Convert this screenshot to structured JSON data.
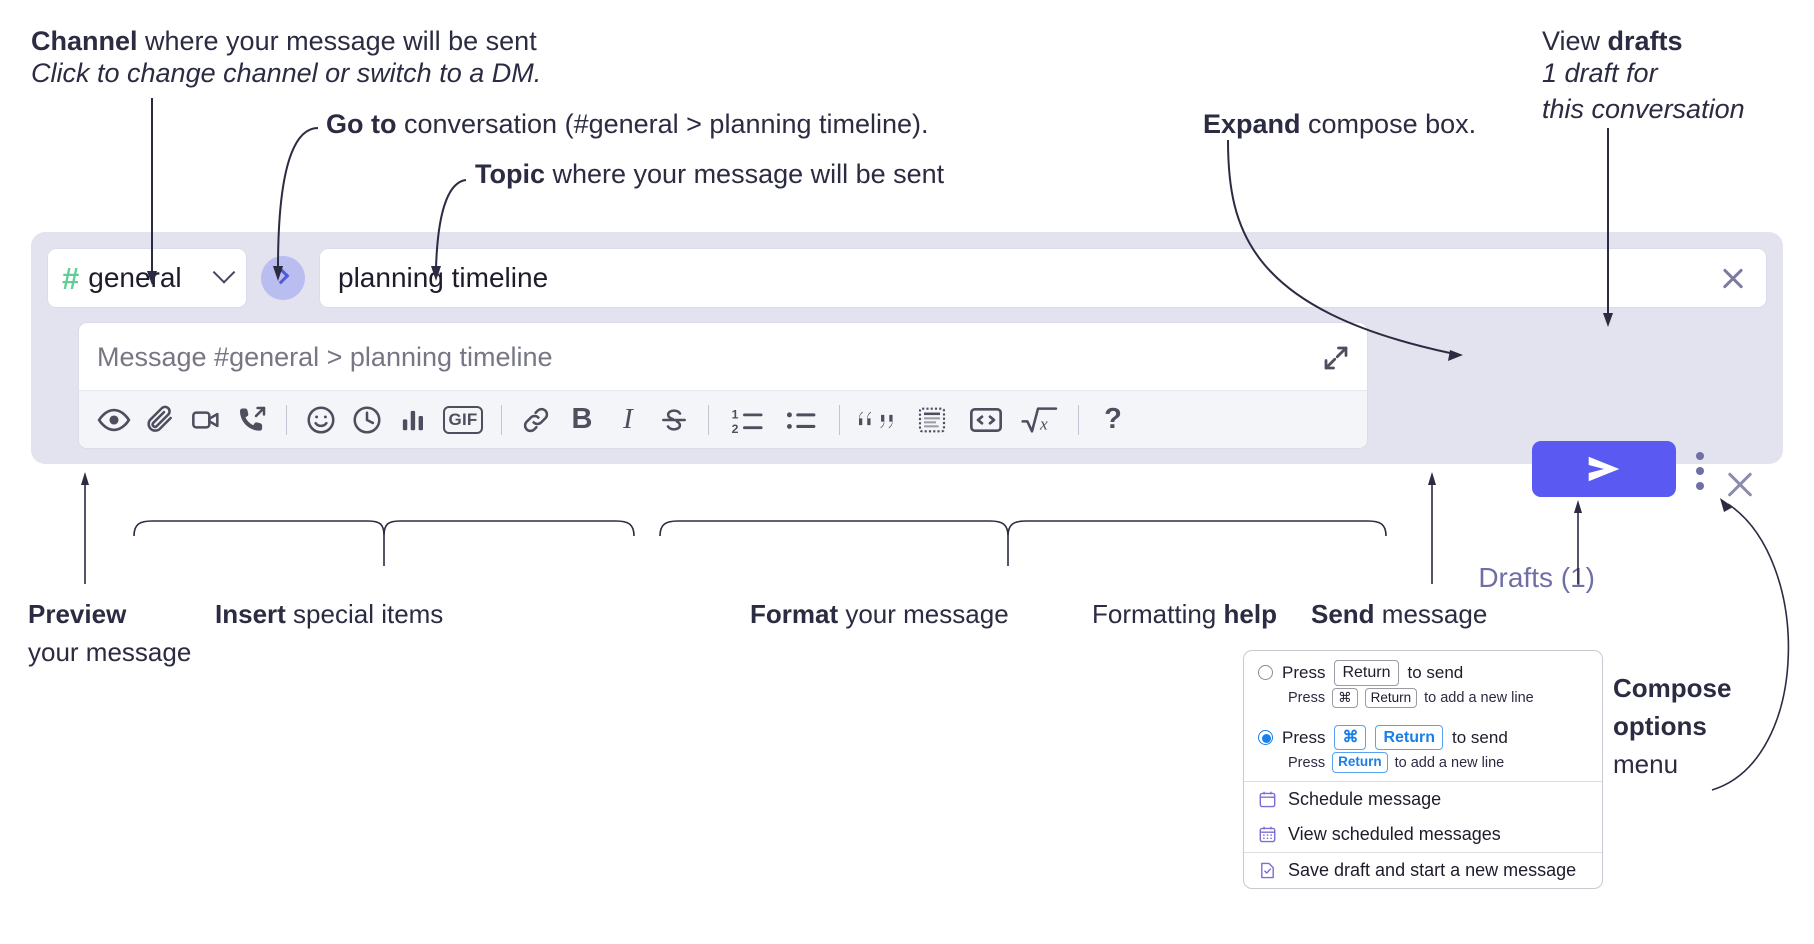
{
  "annotations": {
    "channel": {
      "bold": "Channel",
      "rest": " where your message will be sent",
      "italic": "Click to change channel or switch to a DM."
    },
    "goto": {
      "bold": "Go to",
      "rest": " conversation (#general > planning timeline)."
    },
    "topic": {
      "bold": "Topic",
      "rest": " where your message will be sent"
    },
    "expand": {
      "bold": "Expand",
      "rest": " compose box."
    },
    "drafts": {
      "plain": "View ",
      "bold": "drafts",
      "italic1": "1 draft for",
      "italic2": "this conversation"
    },
    "preview": {
      "bold": "Preview",
      "rest": "your message"
    },
    "insert": {
      "bold": "Insert",
      "rest": " special items"
    },
    "format": {
      "bold": "Format",
      "rest": " your message"
    },
    "help": {
      "plain": "Formatting ",
      "bold": "help"
    },
    "send": {
      "bold": "Send",
      "rest": " message"
    },
    "compose_options": {
      "bold1": "Compose",
      "bold2": "options",
      "rest": "menu"
    }
  },
  "compose": {
    "channel_name": "general",
    "channel_hash": "#",
    "channel_icon": "hash-icon",
    "channel_chevron": "chevron-down-icon",
    "goto_icon": "chevron-right-icon",
    "topic_value": "planning timeline",
    "topic_clear_icon": "close-icon",
    "message_placeholder": "Message #general > planning timeline",
    "expand_icon": "expand-diagonal-icon",
    "drafts_label": "Drafts (1)",
    "send_icon": "send-paper-plane-icon",
    "kebab_icon": "more-vertical-icon",
    "close_icon": "close-icon",
    "toolbar": [
      {
        "name": "preview-icon",
        "label": "Preview"
      },
      {
        "name": "attachment-icon",
        "label": "Attach file"
      },
      {
        "name": "video-icon",
        "label": "Record video clip"
      },
      {
        "name": "huddle-call-icon",
        "label": "Start a call"
      },
      {
        "name": "separator-1",
        "label": ""
      },
      {
        "name": "emoji-icon",
        "label": "Emoji"
      },
      {
        "name": "clock-icon",
        "label": "Reminder"
      },
      {
        "name": "poll-bar-chart-icon",
        "label": "Poll"
      },
      {
        "name": "gif-icon",
        "label": "GIF"
      },
      {
        "name": "separator-2",
        "label": ""
      },
      {
        "name": "link-icon",
        "label": "Link"
      },
      {
        "name": "bold-icon",
        "label": "B"
      },
      {
        "name": "italic-icon",
        "label": "I"
      },
      {
        "name": "strikethrough-icon",
        "label": "Strikethrough"
      },
      {
        "name": "separator-3",
        "label": ""
      },
      {
        "name": "ordered-list-icon",
        "label": "Ordered list"
      },
      {
        "name": "bulleted-list-icon",
        "label": "Bulleted list"
      },
      {
        "name": "separator-4",
        "label": ""
      },
      {
        "name": "blockquote-icon",
        "label": "Blockquote"
      },
      {
        "name": "code-block-icon",
        "label": "Code block"
      },
      {
        "name": "inline-code-icon",
        "label": "Code"
      },
      {
        "name": "math-sqrt-icon",
        "label": "Math"
      },
      {
        "name": "separator-5",
        "label": ""
      },
      {
        "name": "formatting-help-icon",
        "label": "?"
      }
    ]
  },
  "popup": {
    "option1": {
      "pre": "Press ",
      "key": "Return",
      "post": " to send",
      "selected": false,
      "sub_pre": "Press ",
      "sub_key1": "⌘",
      "sub_key2": "Return",
      "sub_post": " to add a new line"
    },
    "option2": {
      "pre": "Press ",
      "key1": "⌘",
      "key2": "Return",
      "post": " to send",
      "selected": true,
      "sub_pre": "Press ",
      "sub_key": "Return",
      "sub_post": " to add a new line"
    },
    "items": [
      {
        "label": "Schedule message",
        "icon": "calendar-icon"
      },
      {
        "label": "View scheduled messages",
        "icon": "calendar-grid-icon"
      },
      {
        "label": "Save draft and start a new message",
        "icon": "document-check-icon"
      }
    ]
  },
  "colors": {
    "accent_send": "#5a5af2",
    "panel_bg": "#e3e3f0",
    "hash_green": "#5fcf96",
    "drafts_text": "#6f6fa6",
    "goto_bubble": "#b9bdf0",
    "radio_blue": "#1a7fe8",
    "menu_icon_purple": "#7b6fd6"
  }
}
